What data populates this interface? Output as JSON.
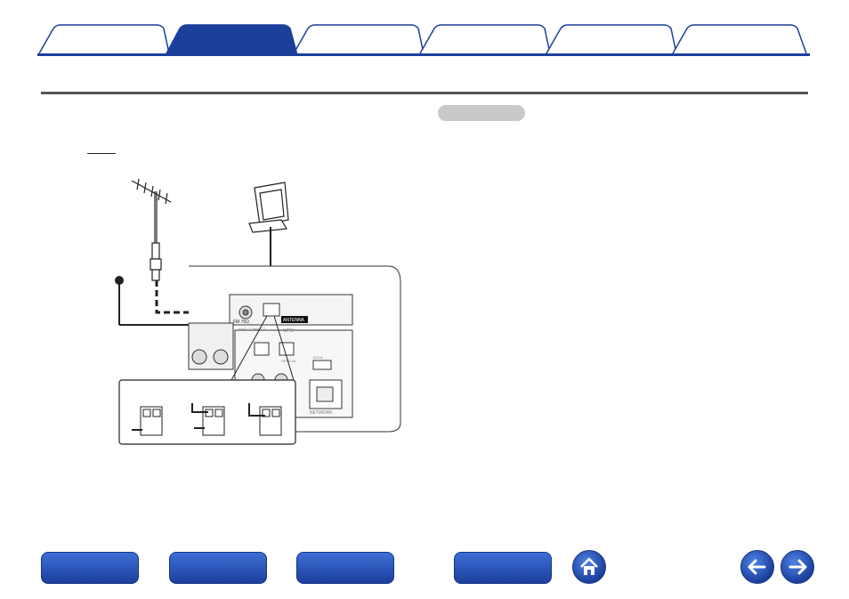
{
  "tabs": [
    {
      "label": ""
    },
    {
      "label": "",
      "active": true
    },
    {
      "label": ""
    },
    {
      "label": ""
    },
    {
      "label": ""
    },
    {
      "label": ""
    }
  ],
  "colors": {
    "brand_blue": "#1c3f9c",
    "tab_fill": "#ffffff",
    "pill_gray": "#c9c9c9"
  },
  "diagram": {
    "terminal_label_fm": "FM 75Ω",
    "terminal_label_antenna": "ANTENNA",
    "label_wifi_connect": "Wi-Fi CONNECT",
    "label_wps": "WPS",
    "label_optical": "OPTICAL",
    "label_usb": "5V/1A",
    "label_network": "NETWORK"
  },
  "footer": {
    "buttons": [
      {
        "label": ""
      },
      {
        "label": ""
      },
      {
        "label": ""
      },
      {
        "label": ""
      }
    ],
    "home_icon": "home-icon",
    "back_icon": "arrow-left-icon",
    "forward_icon": "arrow-right-icon"
  }
}
